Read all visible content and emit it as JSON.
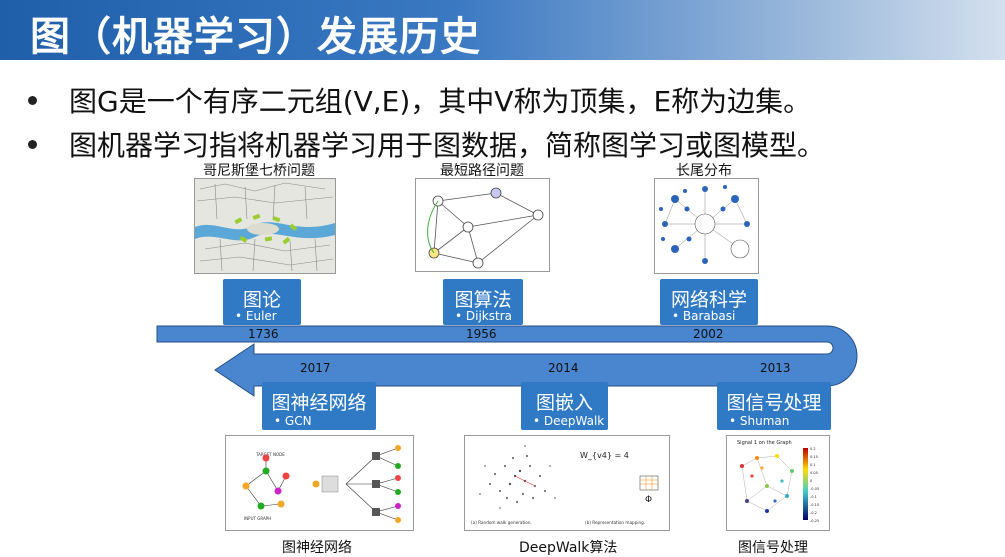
{
  "title": "图（机器学习）发展历史",
  "bullets": [
    "图G是一个有序二元组(V,E)，其中V称为顶集，E称为边集。",
    "图机器学习指将机器学习用于图数据，简称图学习或图模型。"
  ],
  "top_images": [
    {
      "caption": "哥尼斯堡七桥问题"
    },
    {
      "caption": "最短路径问题"
    },
    {
      "caption": "长尾分布"
    }
  ],
  "top_boxes": [
    {
      "title": "图论",
      "sub": "• Euler",
      "year": "1736"
    },
    {
      "title": "图算法",
      "sub": "• Dijkstra",
      "year": "1956"
    },
    {
      "title": "网络科学",
      "sub": "• Barabasi",
      "year": "2002"
    }
  ],
  "bottom_boxes": [
    {
      "title": "图神经网络",
      "sub": "• GCN",
      "year": "2017"
    },
    {
      "title": "图嵌入",
      "sub": "• DeepWalk",
      "year": "2014"
    },
    {
      "title": "图信号处理",
      "sub": "• Shuman",
      "year": "2013"
    }
  ],
  "bottom_images": [
    {
      "caption": "图神经网络",
      "inner_label": "INPUT GRAPH",
      "inner_label2": "TARGET NODE"
    },
    {
      "caption": "DeepWalk算法",
      "sub_a": "(a) Random walk generation.",
      "sub_b": "(b) Representation mapping.",
      "formula": "W_{v4} = 4"
    },
    {
      "caption": "图信号处理",
      "inner_title": "Signal 1 on the Graph",
      "colorbar": [
        "0.2",
        "0.15",
        "0.1",
        "0.05",
        "0",
        "-0.05",
        "-0.1",
        "-0.15",
        "-0.2",
        "-0.25"
      ]
    }
  ],
  "colors": {
    "accent": "#2f79c5",
    "arrow_fill": "#4a86cf",
    "arrow_stroke": "#234f86"
  }
}
